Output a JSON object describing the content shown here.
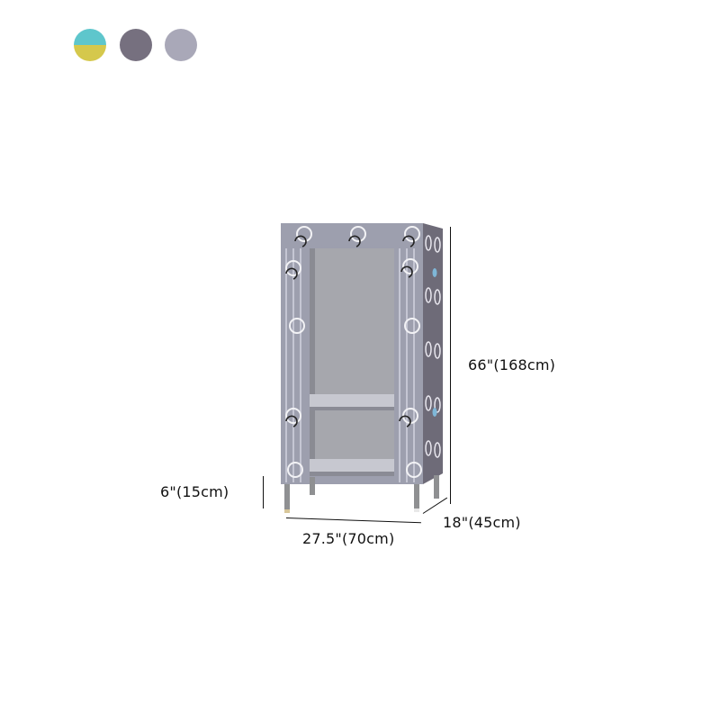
{
  "color_options": [
    {
      "name": "teal-yellow",
      "colors": [
        "#5ec6cc",
        "#d5c84c"
      ]
    },
    {
      "name": "dark-gray",
      "colors": [
        "#76707f"
      ]
    },
    {
      "name": "light-gray",
      "colors": [
        "#a9a8b8"
      ]
    }
  ],
  "dimensions": {
    "height": "66\"(168cm)",
    "leg_height": "6\"(15cm)",
    "width": "27.5\"(70cm)",
    "depth": "18\"(45cm)"
  },
  "product": {
    "fabric_front_color": "#9d9fae",
    "fabric_side_color": "#6e6b78",
    "interior_color": "#a6a7ad",
    "leg_color": "#8f9092"
  }
}
